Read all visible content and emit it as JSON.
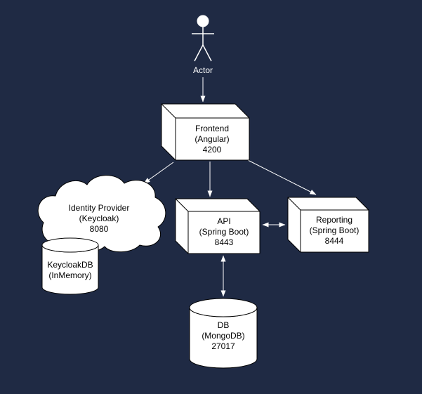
{
  "diagram": {
    "type": "architecture-diagram",
    "actor": {
      "label": "Actor"
    },
    "nodes": {
      "frontend": {
        "shape": "cube",
        "lines": [
          "Frontend",
          "(Angular)",
          "4200"
        ]
      },
      "identity_provider": {
        "shape": "cloud",
        "lines": [
          "Identity Provider",
          "(Keycloak)",
          "8080"
        ]
      },
      "keycloak_db": {
        "shape": "cylinder",
        "lines": [
          "KeycloakDB",
          "(InMemory)"
        ]
      },
      "api": {
        "shape": "cube",
        "lines": [
          "API",
          "(Spring Boot)",
          "8443"
        ]
      },
      "reporting": {
        "shape": "cube",
        "lines": [
          "Reporting",
          "(Spring Boot)",
          "8444"
        ]
      },
      "db": {
        "shape": "cylinder",
        "lines": [
          "DB",
          "(MongoDB)",
          "27017"
        ]
      }
    },
    "edges": [
      {
        "from": "Actor",
        "to": "Frontend (Angular) 4200",
        "arrows": "end"
      },
      {
        "from": "Frontend (Angular) 4200",
        "to": "Identity Provider (Keycloak) 8080",
        "arrows": "end"
      },
      {
        "from": "Frontend (Angular) 4200",
        "to": "API (Spring Boot) 8443",
        "arrows": "end"
      },
      {
        "from": "Frontend (Angular) 4200",
        "to": "Reporting (Spring Boot) 8444",
        "arrows": "end"
      },
      {
        "from": "API (Spring Boot) 8443",
        "to": "Reporting (Spring Boot) 8444",
        "arrows": "both"
      },
      {
        "from": "API (Spring Boot) 8443",
        "to": "DB (MongoDB) 27017",
        "arrows": "both"
      }
    ],
    "colors": {
      "background": "#1f2a44",
      "node_fill": "#ffffff",
      "node_stroke": "#000000",
      "node_text": "#000000",
      "edge": "#ffffff",
      "actor": "#ffffff"
    }
  }
}
